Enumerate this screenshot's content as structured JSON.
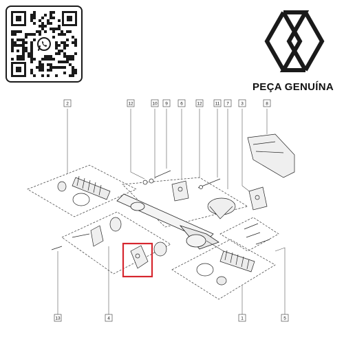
{
  "brand": {
    "text": "PEÇA GENUÍNA",
    "qr_center_icon": "whatsapp-icon",
    "logo_icon": "renault-diamond-icon"
  },
  "diagram": {
    "callouts": [
      "2",
      "12",
      "10",
      "9",
      "6",
      "12",
      "11",
      "7",
      "3",
      "8",
      "4",
      "13",
      "1",
      "5"
    ],
    "highlight_color": "#d6262e"
  }
}
